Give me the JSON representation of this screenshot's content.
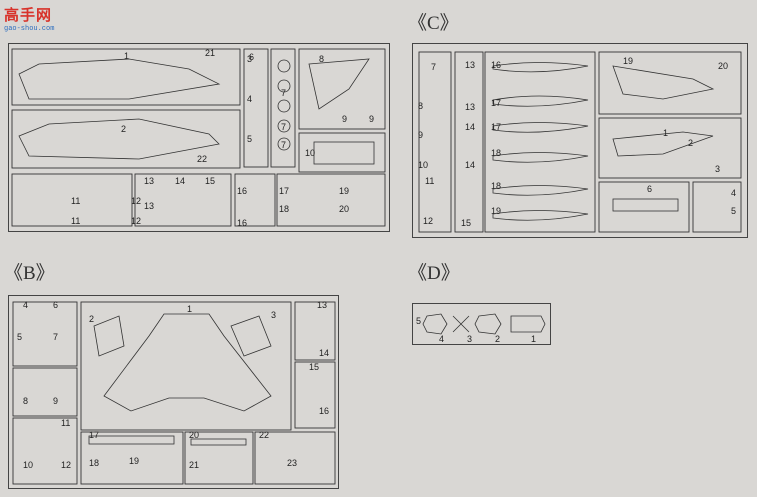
{
  "watermark": {
    "text": "高手网",
    "url": "gao-shou.com"
  },
  "sheets": {
    "A": {
      "numbers": [
        "1",
        "2",
        "3",
        "4",
        "5",
        "6",
        "7",
        "7",
        "7",
        "8",
        "9",
        "9",
        "10",
        "11",
        "11",
        "12",
        "12",
        "13",
        "13",
        "14",
        "15",
        "16",
        "16",
        "17",
        "18",
        "19",
        "20",
        "21",
        "22"
      ]
    },
    "B": {
      "label": "《B》",
      "numbers": [
        "1",
        "2",
        "3",
        "4",
        "5",
        "6",
        "7",
        "8",
        "9",
        "10",
        "11",
        "12",
        "13",
        "14",
        "15",
        "16",
        "17",
        "18",
        "19",
        "20",
        "21",
        "22",
        "23"
      ]
    },
    "C": {
      "label": "《C》",
      "numbers": [
        "1",
        "2",
        "3",
        "4",
        "5",
        "6",
        "7",
        "8",
        "9",
        "10",
        "11",
        "12",
        "13",
        "13",
        "14",
        "14",
        "15",
        "16",
        "17",
        "17",
        "18",
        "18",
        "19",
        "19",
        "20"
      ]
    },
    "D": {
      "label": "《D》",
      "numbers": [
        "1",
        "2",
        "3",
        "4",
        "5"
      ]
    }
  }
}
